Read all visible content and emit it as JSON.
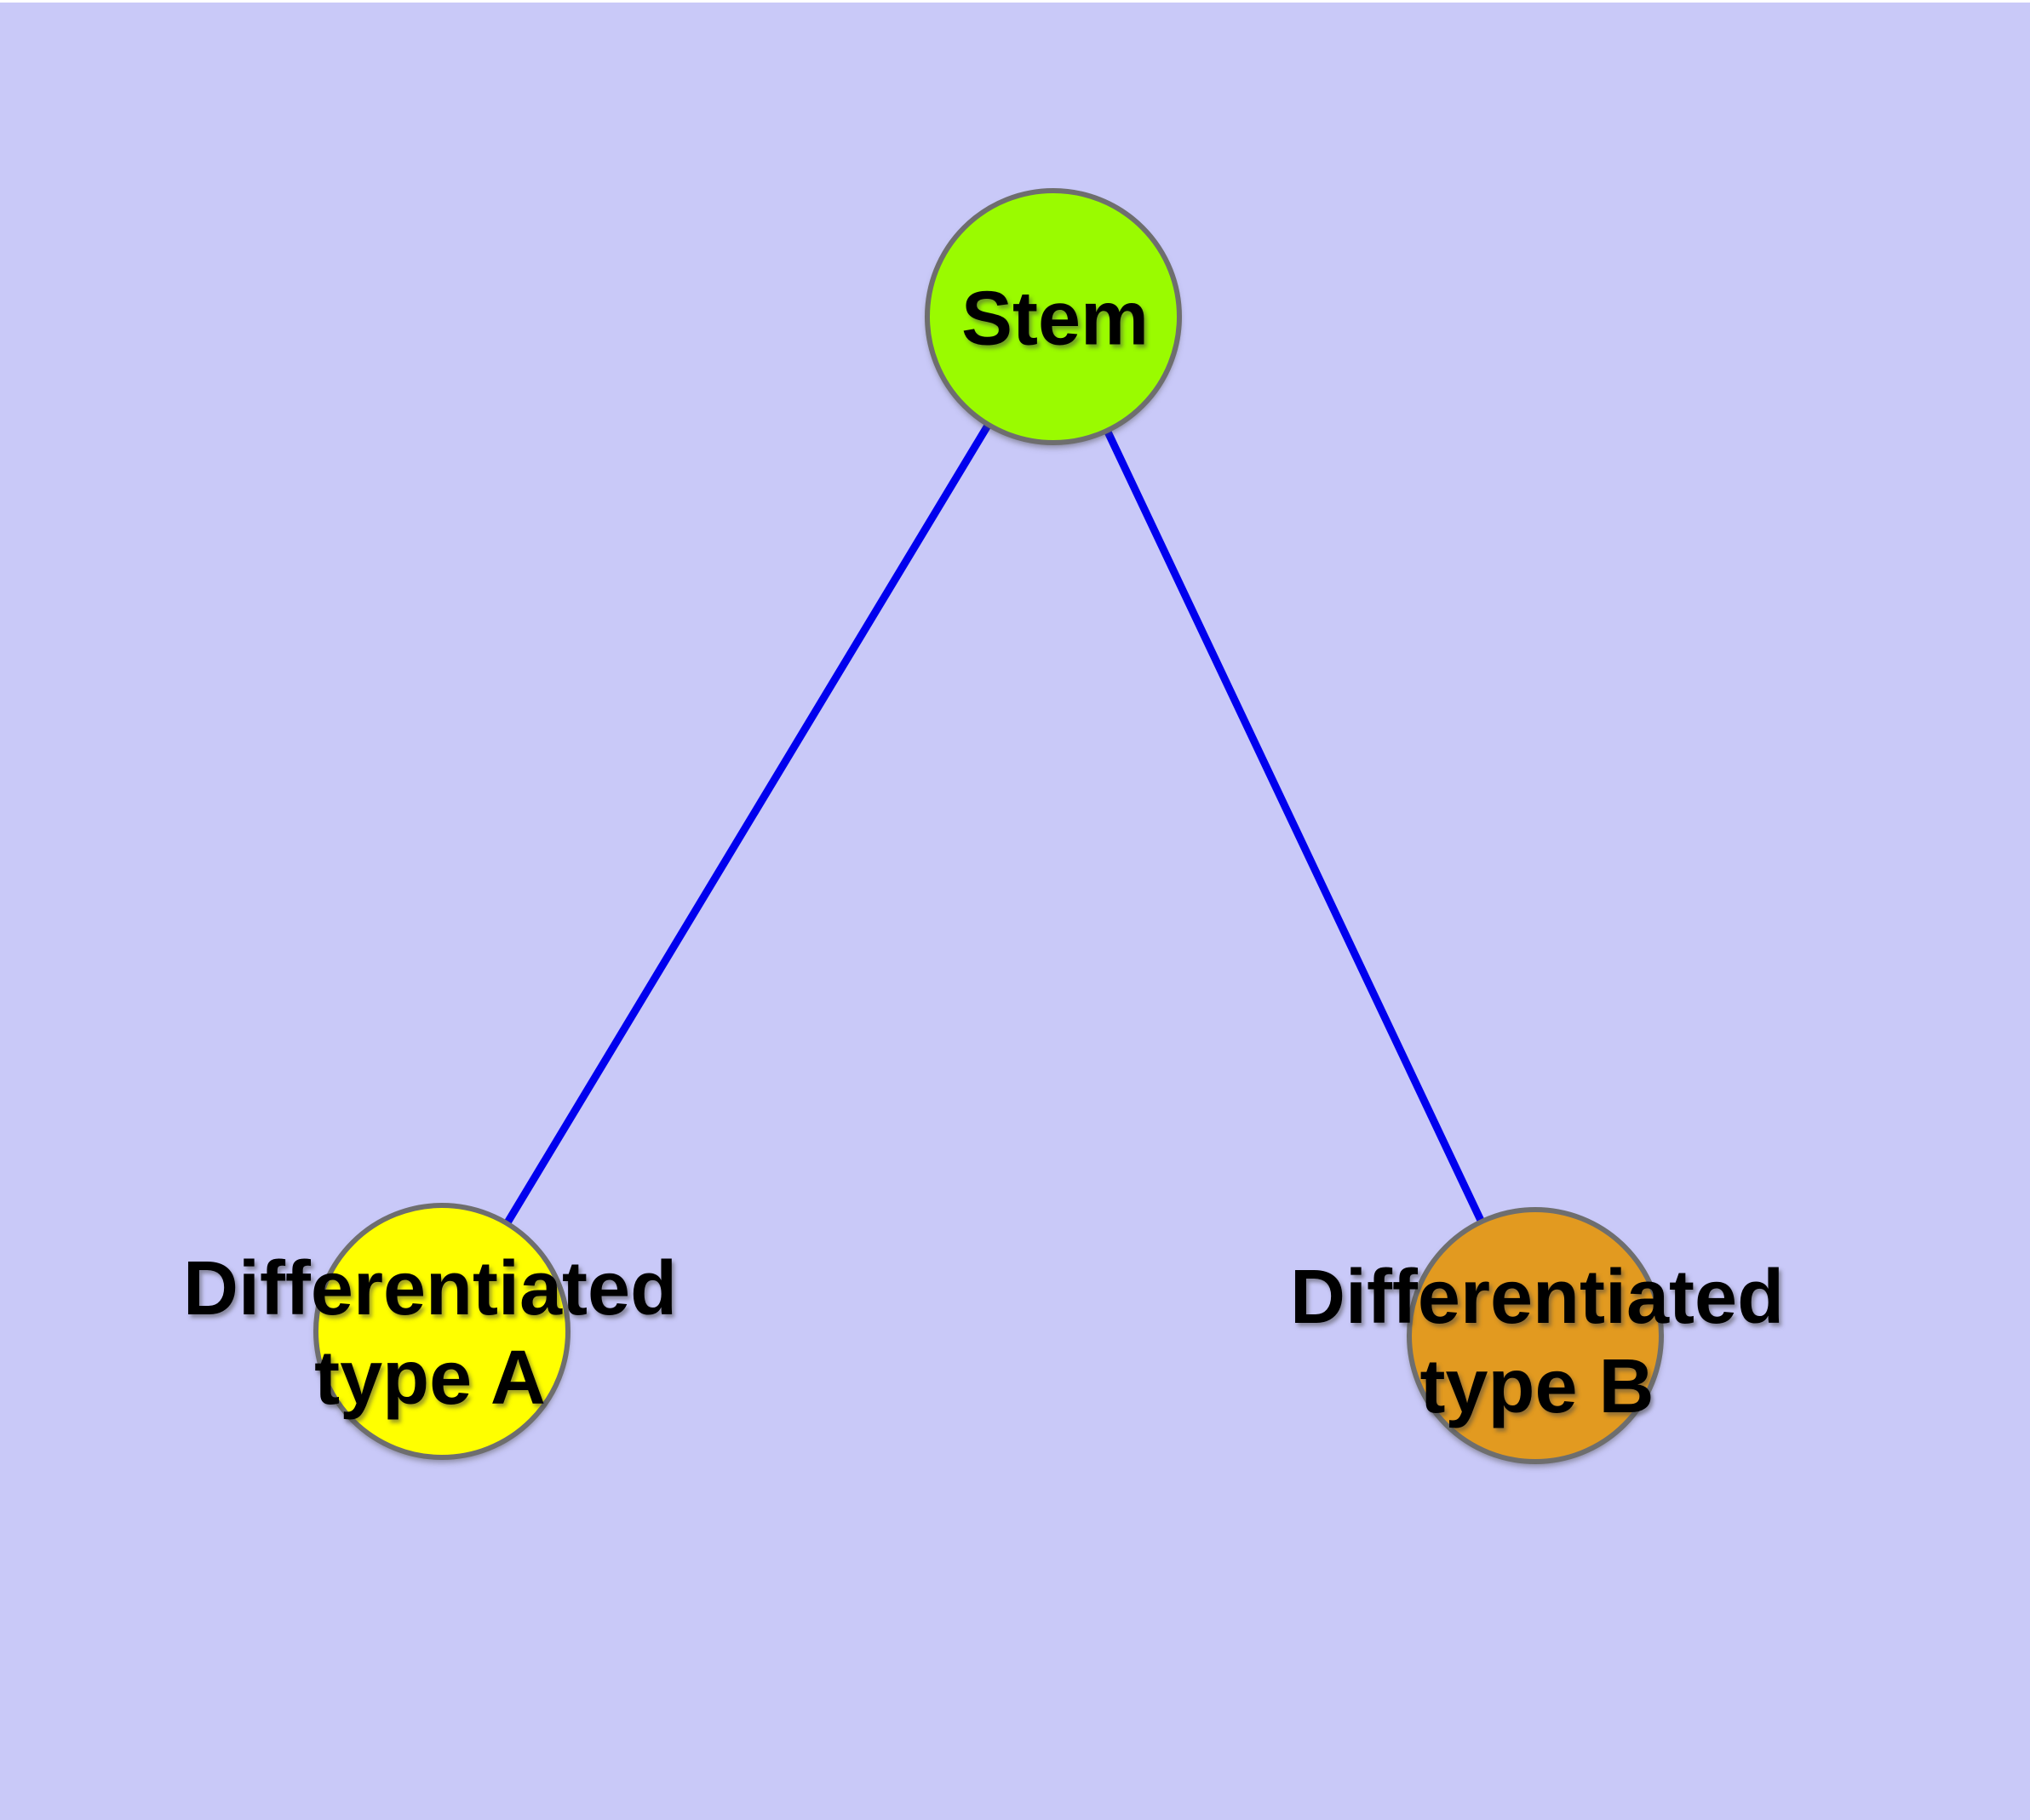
{
  "diagram": {
    "background_color": "#C9C9F8",
    "top_strip_color": "#FFFFFF",
    "edge_color": "#0000EE",
    "node_border_color": "#6E6E6E",
    "label_color": "#000000",
    "nodes": [
      {
        "id": "stem",
        "label": "Stem",
        "fill": "#9AFB00"
      },
      {
        "id": "differentiated-type-a",
        "label": "Differentiated\ntype A",
        "fill": "#FFFF00"
      },
      {
        "id": "differentiated-type-b",
        "label": "Differentiated\ntype B",
        "fill": "#E29A20"
      }
    ],
    "edges": [
      {
        "from": "stem",
        "to": "differentiated-type-a"
      },
      {
        "from": "stem",
        "to": "differentiated-type-b"
      }
    ]
  }
}
